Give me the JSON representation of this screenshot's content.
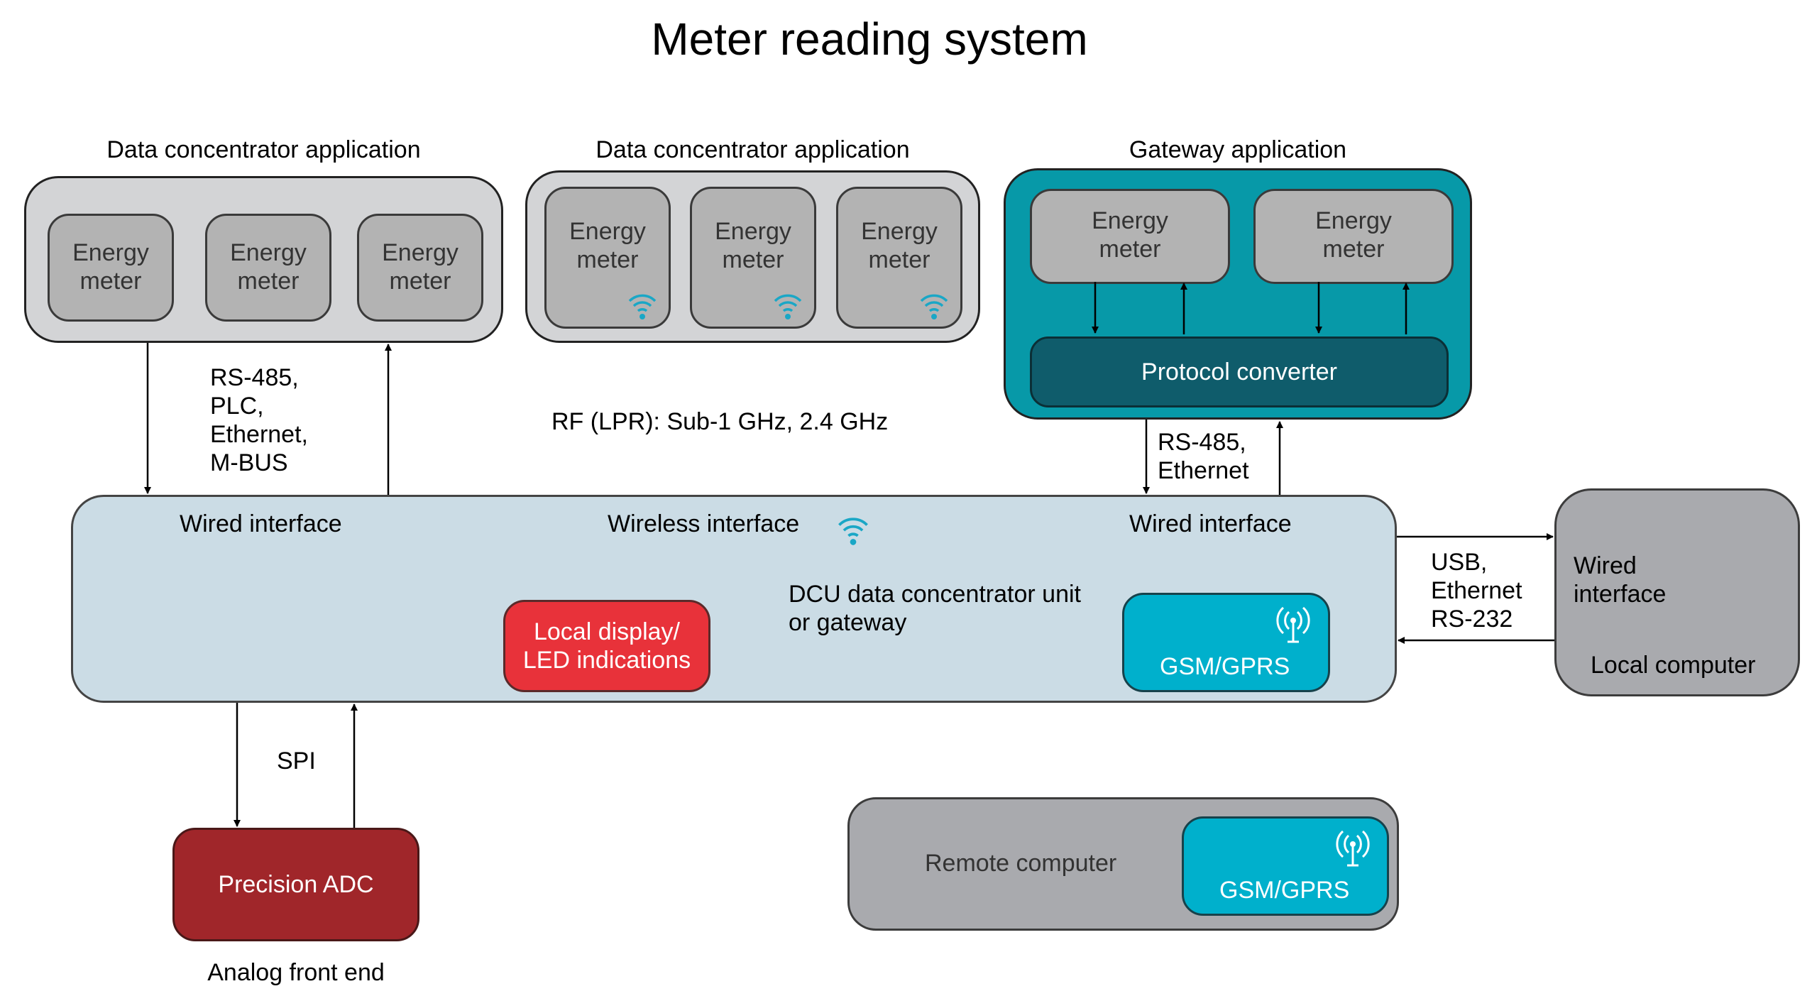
{
  "title": "Meter reading system",
  "colors": {
    "wifi": "#1aa7c6",
    "gateway_fill": "#0799a8",
    "protocol_converter_fill": "#0f5c6b",
    "dcu_fill": "#cbdce5",
    "local_display_fill": "#e8323a",
    "gsm_fill": "#00b0cc",
    "adc_fill": "#a0262a",
    "computer_fill": "#a9aaae"
  },
  "groups": {
    "wired_dca": {
      "label": "Data concentrator application",
      "meters": [
        {
          "line1": "Energy",
          "line2": "meter"
        },
        {
          "line1": "Energy",
          "line2": "meter"
        },
        {
          "line1": "Energy",
          "line2": "meter"
        }
      ]
    },
    "wireless_dca": {
      "label": "Data concentrator application",
      "meters": [
        {
          "line1": "Energy",
          "line2": "meter",
          "icon": "wifi-icon"
        },
        {
          "line1": "Energy",
          "line2": "meter",
          "icon": "wifi-icon"
        },
        {
          "line1": "Energy",
          "line2": "meter",
          "icon": "wifi-icon"
        }
      ]
    },
    "gateway": {
      "label": "Gateway application",
      "meters": [
        {
          "line1": "Energy",
          "line2": "meter"
        },
        {
          "line1": "Energy",
          "line2": "meter"
        }
      ],
      "protocol_converter": "Protocol converter"
    }
  },
  "links": {
    "wired_left": [
      "RS-485,",
      "PLC,",
      "Ethernet,",
      "M-BUS"
    ],
    "rf": "RF (LPR): Sub-1 GHz, 2.4 GHz",
    "gateway_link": [
      "RS-485,",
      "Ethernet"
    ],
    "local_link": [
      "USB,",
      "Ethernet",
      "RS-232"
    ],
    "spi": "SPI"
  },
  "dcu": {
    "wired_left": "Wired interface",
    "wireless": "Wireless interface",
    "wired_right": "Wired interface",
    "name_line1": "DCU data concentrator unit",
    "name_line2": "or gateway",
    "local_display_line1": "Local display/",
    "local_display_line2": "LED indications",
    "gsm": "GSM/GPRS"
  },
  "local_computer": {
    "iface_line1": "Wired",
    "iface_line2": "interface",
    "name": "Local computer"
  },
  "adc": {
    "label": "Precision ADC",
    "caption": "Analog front end"
  },
  "remote_computer": {
    "label": "Remote computer",
    "gsm": "GSM/GPRS"
  }
}
